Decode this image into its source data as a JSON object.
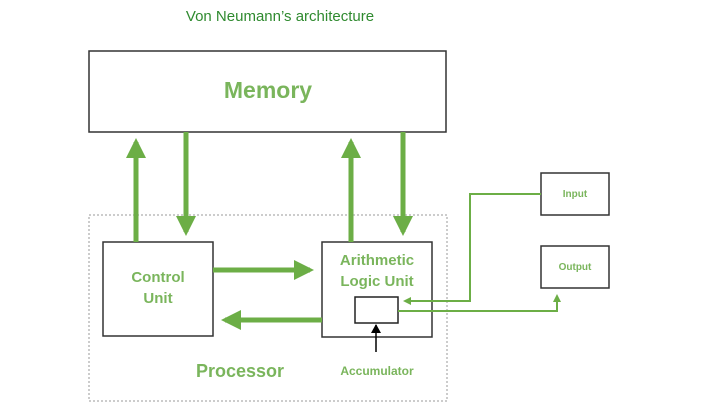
{
  "title": "Von Neumann’s architecture",
  "colors": {
    "title": "#2f8a2f",
    "label": "#7ab55c",
    "arrow": "#6cae46",
    "box_border": "#333333",
    "dashed_border": "#999999"
  },
  "nodes": {
    "memory": "Memory",
    "control_unit": [
      "Control",
      "Unit"
    ],
    "alu": [
      "Arithmetic",
      "Logic Unit"
    ],
    "accumulator": "Accumulator",
    "processor": "Processor",
    "input": "Input",
    "output": "Output"
  },
  "connections": [
    {
      "from": "control_unit",
      "to": "memory",
      "style": "thick"
    },
    {
      "from": "memory",
      "to": "control_unit",
      "style": "thick"
    },
    {
      "from": "alu",
      "to": "memory",
      "style": "thick"
    },
    {
      "from": "memory",
      "to": "alu",
      "style": "thick"
    },
    {
      "from": "control_unit",
      "to": "alu",
      "style": "thick"
    },
    {
      "from": "alu",
      "to": "control_unit",
      "style": "thick"
    },
    {
      "from": "input",
      "to": "accumulator",
      "style": "thin"
    },
    {
      "from": "accumulator",
      "to": "output",
      "style": "thin"
    },
    {
      "from": "external",
      "to": "accumulator",
      "style": "thin-black"
    }
  ]
}
